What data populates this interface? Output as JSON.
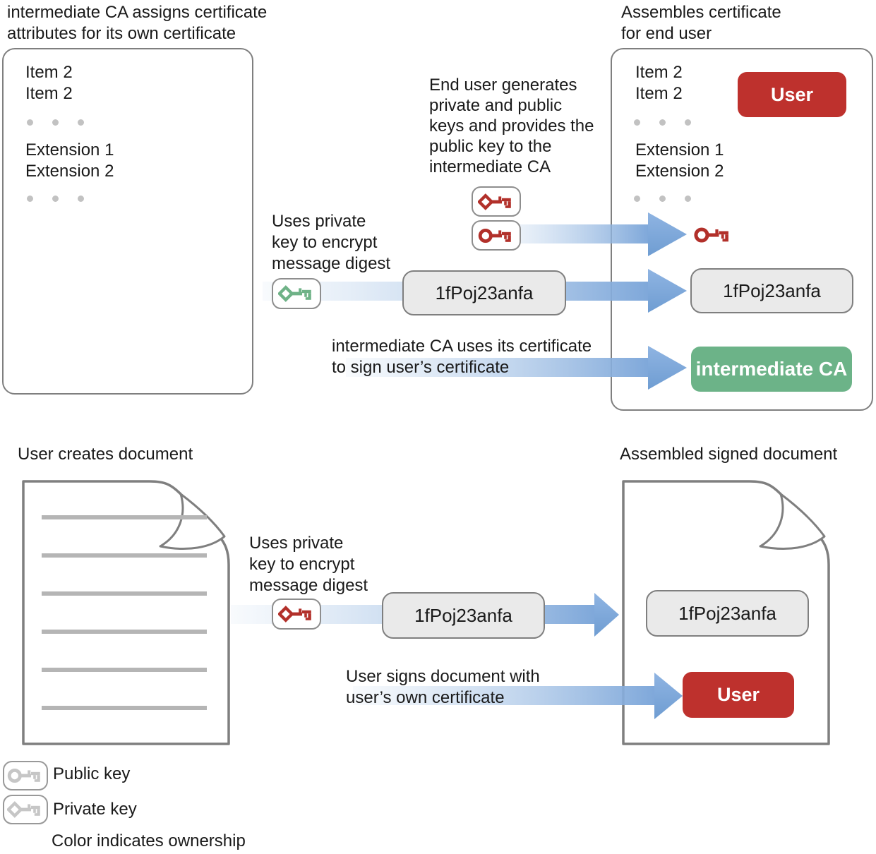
{
  "captions": {
    "top_left": "intermediate CA assigns certificate\nattributes for its own certificate",
    "top_right": "Assembles certificate\nfor end user",
    "bottom_left": "User creates document",
    "bottom_right": "Assembled signed document"
  },
  "annotations": {
    "end_user_keys": "End user generates\nprivate and public\nkeys and provides the\npublic key to the\nintermediate CA",
    "uses_private_key_top": "Uses private\nkey to encrypt\nmessage digest",
    "sign_certificate": "intermediate CA uses its certificate\nto sign user’s certificate",
    "uses_private_key_bottom": "Uses private\nkey to encrypt\nmessage digest",
    "sign_document": "User signs document with\nuser’s own certificate"
  },
  "intermediate_ca_certificate": {
    "items": [
      "Item 2",
      "Item 2"
    ],
    "extensions": [
      "Extension 1",
      "Extension 2"
    ]
  },
  "end_user_certificate": {
    "items": [
      "Item 2",
      "Item 2"
    ],
    "owner_badge": "User",
    "extensions": [
      "Extension 1",
      "Extension 2"
    ],
    "message_digest": "1fPoj23anfa",
    "signer_badge": "intermediate CA"
  },
  "message_digest": {
    "top": "1fPoj23anfa",
    "bottom": "1fPoj23anfa"
  },
  "signed_document": {
    "message_digest": "1fPoj23anfa",
    "owner_badge": "User"
  },
  "legend": {
    "public_key_label": "Public key",
    "private_key_label": "Private key",
    "note": "Color indicates ownership"
  },
  "icons": {
    "public_key": "circle-head key glyph",
    "private_key": "diamond-head key glyph",
    "ellipsis_dots": "three gray dots"
  },
  "colors": {
    "user_red": "#BE312D",
    "intermediate_ca_green": "#6CB388",
    "key_red": "#B2302A",
    "key_green": "#6FB287",
    "key_gray": "#C6C6C6",
    "arrow_blue": "#7CA6D8",
    "digest_box_gray": "#EAEAEA",
    "border_gray": "#7F7F7F"
  }
}
